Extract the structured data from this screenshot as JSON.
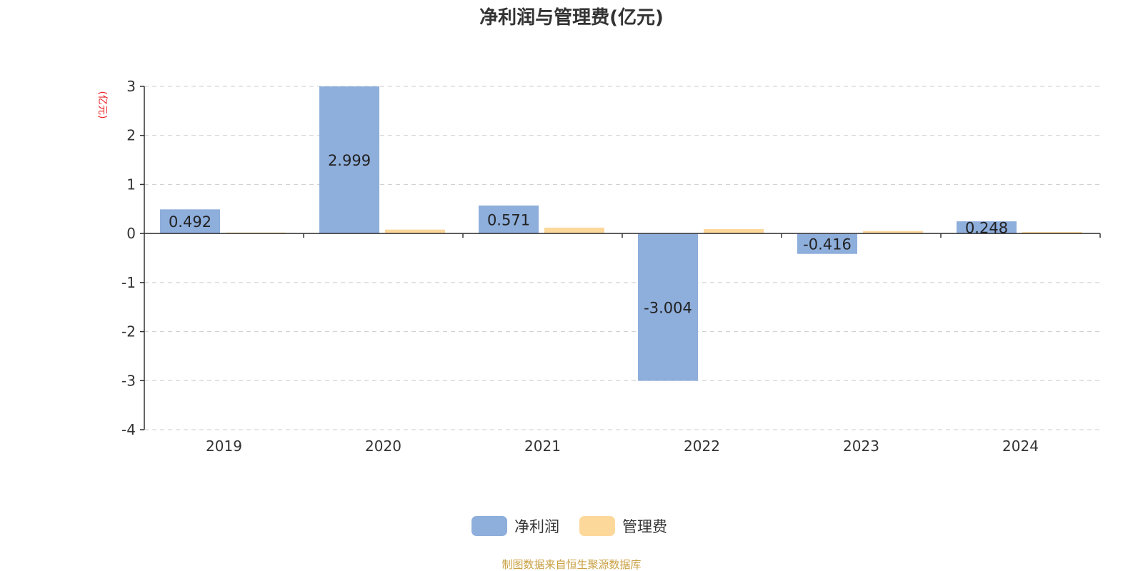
{
  "chart_data": {
    "type": "bar",
    "title": "净利润与管理费(亿元)",
    "ylabel": "(亿元)",
    "xlabel": "",
    "categories": [
      "2019",
      "2020",
      "2021",
      "2022",
      "2023",
      "2024"
    ],
    "series": [
      {
        "name": "净利润",
        "values": [
          0.492,
          2.999,
          0.571,
          -3.004,
          -0.416,
          0.248
        ],
        "color": "#8eaedb",
        "show_labels": true
      },
      {
        "name": "管理费",
        "values": [
          0.02,
          0.08,
          0.12,
          0.09,
          0.05,
          0.03
        ],
        "color": "#fdd89b",
        "show_labels": false
      }
    ],
    "ylim": [
      -4,
      3
    ],
    "yticks": [
      3,
      2,
      1,
      0,
      -1,
      -2,
      -3,
      -4
    ],
    "grid": true,
    "legend_position": "bottom-center"
  },
  "colors": {
    "unit_label": "#e8262b",
    "source": "#c9a043"
  },
  "source": "制图数据来自恒生聚源数据库"
}
